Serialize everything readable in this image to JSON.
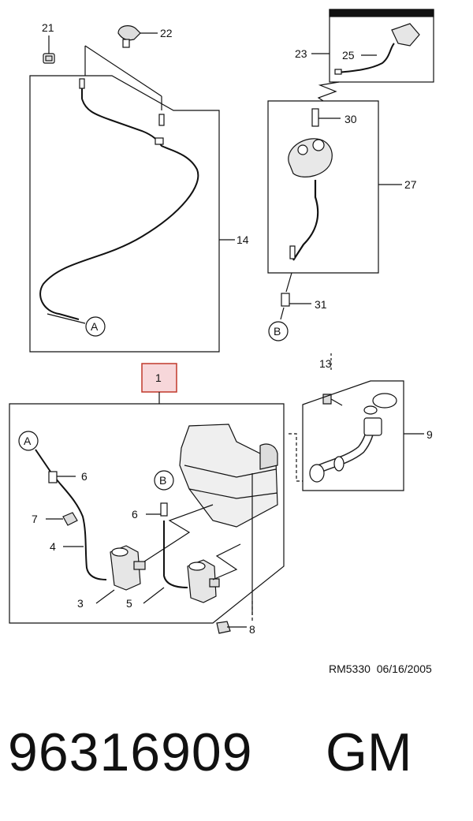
{
  "callouts": {
    "c21": "21",
    "c22": "22",
    "c14": "14",
    "c23": "23",
    "c25": "25",
    "c30": "30",
    "c27": "27",
    "c31": "31",
    "c13": "13",
    "c9": "9",
    "c1": "1",
    "c6a": "6",
    "c6b": "6",
    "c7": "7",
    "c4": "4",
    "c3": "3",
    "c5": "5",
    "c8": "8",
    "A_top": "A",
    "B_top": "B",
    "A_bot": "A",
    "B_bot": "B"
  },
  "drawing_ref": "RM5330",
  "drawing_date": "06/16/2005",
  "part_number": "96316909",
  "brand": "GM",
  "colors": {
    "highlight_box_fill": "#f7d7da",
    "highlight_box_stroke": "#c0392b",
    "line": "#111111"
  }
}
